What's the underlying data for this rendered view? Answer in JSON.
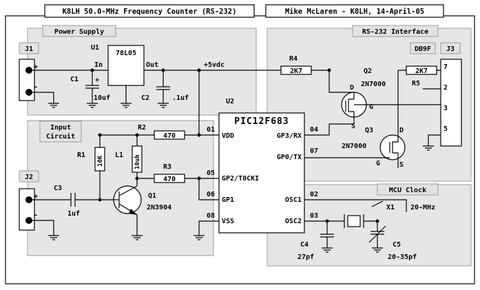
{
  "header": {
    "title": "K8LH 50.0-MHz Frequency Counter (RS-232)",
    "author": "Mike McLaren - K8LH, 14-April-05"
  },
  "sections": {
    "power": "Power Supply",
    "rs232": "RS-232 Interface",
    "input_line1": "Input",
    "input_line2": "Circuit",
    "clock": "MCU Clock"
  },
  "connectors": {
    "j1": "J1",
    "j1_plus": "+",
    "j1_minus": "-",
    "j2": "J2",
    "j2_plus": "+",
    "j2_minus": "-",
    "j3": "J3",
    "j3_type": "DB9F",
    "j3_pins": [
      "7",
      "2",
      "3",
      "5"
    ]
  },
  "regulator": {
    "ref": "U1",
    "part": "78L05",
    "in": "In",
    "out": "Out"
  },
  "rail": "+5vdc",
  "mcu": {
    "ref": "U2",
    "part": "PIC12F683",
    "pins_left": [
      {
        "num": "01",
        "name": "VDD"
      },
      {
        "num": "05",
        "name": "GP2/T0CKI"
      },
      {
        "num": "06",
        "name": "GP1"
      },
      {
        "num": "08",
        "name": "VSS"
      }
    ],
    "pins_right": [
      {
        "num": "04",
        "name": "GP3/RX"
      },
      {
        "num": "07",
        "name": "GP0/TX"
      },
      {
        "num": "02",
        "name": "OSC1"
      },
      {
        "num": "03",
        "name": "OSC2"
      }
    ]
  },
  "parts": {
    "c1_ref": "C1",
    "c1_val": "10uf",
    "c1_pol": "+",
    "c2_ref": "C2",
    "c2_val": ".1uf",
    "c3_ref": "C3",
    "c3_val": "1uf",
    "c4_ref": "C4",
    "c4_val": "27pf",
    "c5_ref": "C5",
    "c5_val": "20-35pf",
    "r1_ref": "R1",
    "r1_val": "10K",
    "r2_ref": "R2",
    "r2_val": "470",
    "r3_ref": "R3",
    "r3_val": "470",
    "r4_ref": "R4",
    "r4_val": "2K7",
    "r5_ref": "R5",
    "r5_val": "2K7",
    "l1_ref": "L1",
    "l1_val": "10uh",
    "q1_ref": "Q1",
    "q1_val": "2N3904",
    "q2_ref": "Q2",
    "q2_val": "2N7000",
    "q3_ref": "Q3",
    "q3_val": "2N7000",
    "x1_ref": "X1",
    "x1_val": "20-MHz",
    "fet_d": "D",
    "fet_g": "G",
    "fet_s": "S"
  }
}
